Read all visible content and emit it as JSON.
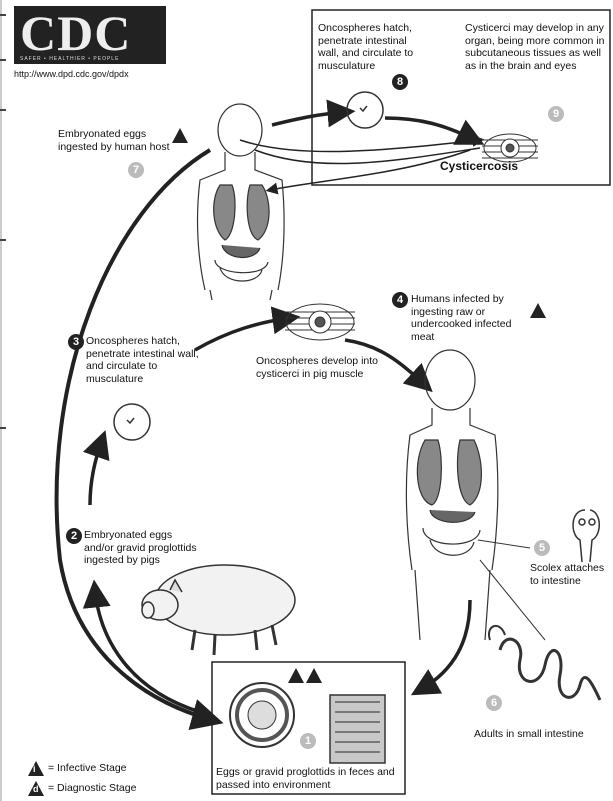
{
  "header": {
    "logo_text": "CDC",
    "logo_tagline": "SAFER • HEALTHIER • PEOPLE",
    "url": "http://www.dpd.cdc.gov/dpdx"
  },
  "steps": {
    "s1": {
      "number": "1",
      "label": "Eggs or gravid proglottids in feces and passed into environment"
    },
    "s2": {
      "number": "2",
      "label": "Embryonated eggs and/or gravid proglottids ingested by pigs"
    },
    "s3": {
      "number": "3",
      "label": "Oncospheres hatch, penetrate intestinal wall, and circulate to musculature"
    },
    "s3b": {
      "label": "Oncospheres develop into cysticerci in pig muscle"
    },
    "s4": {
      "number": "4",
      "label": "Humans infected by ingesting raw or undercooked infected meat"
    },
    "s5": {
      "number": "5",
      "label": "Scolex attaches to intestine"
    },
    "s6": {
      "number": "6",
      "label": "Adults in small intestine"
    },
    "s7": {
      "number": "7",
      "label": "Embryonated eggs ingested by human host"
    },
    "s8": {
      "number": "8",
      "label": "Oncospheres hatch, penetrate intestinal wall, and circulate to musculature"
    },
    "s9": {
      "number": "9",
      "label": "Cysticerci may develop in any organ, being more common in subcutaneous tissues as well as in the brain and eyes"
    }
  },
  "cysticercosis_label": "Cysticercosis",
  "legend": {
    "infective_mark": "i",
    "infective_label": "= Infective Stage",
    "diagnostic_mark": "d",
    "diagnostic_label": "= Diagnostic Stage"
  }
}
